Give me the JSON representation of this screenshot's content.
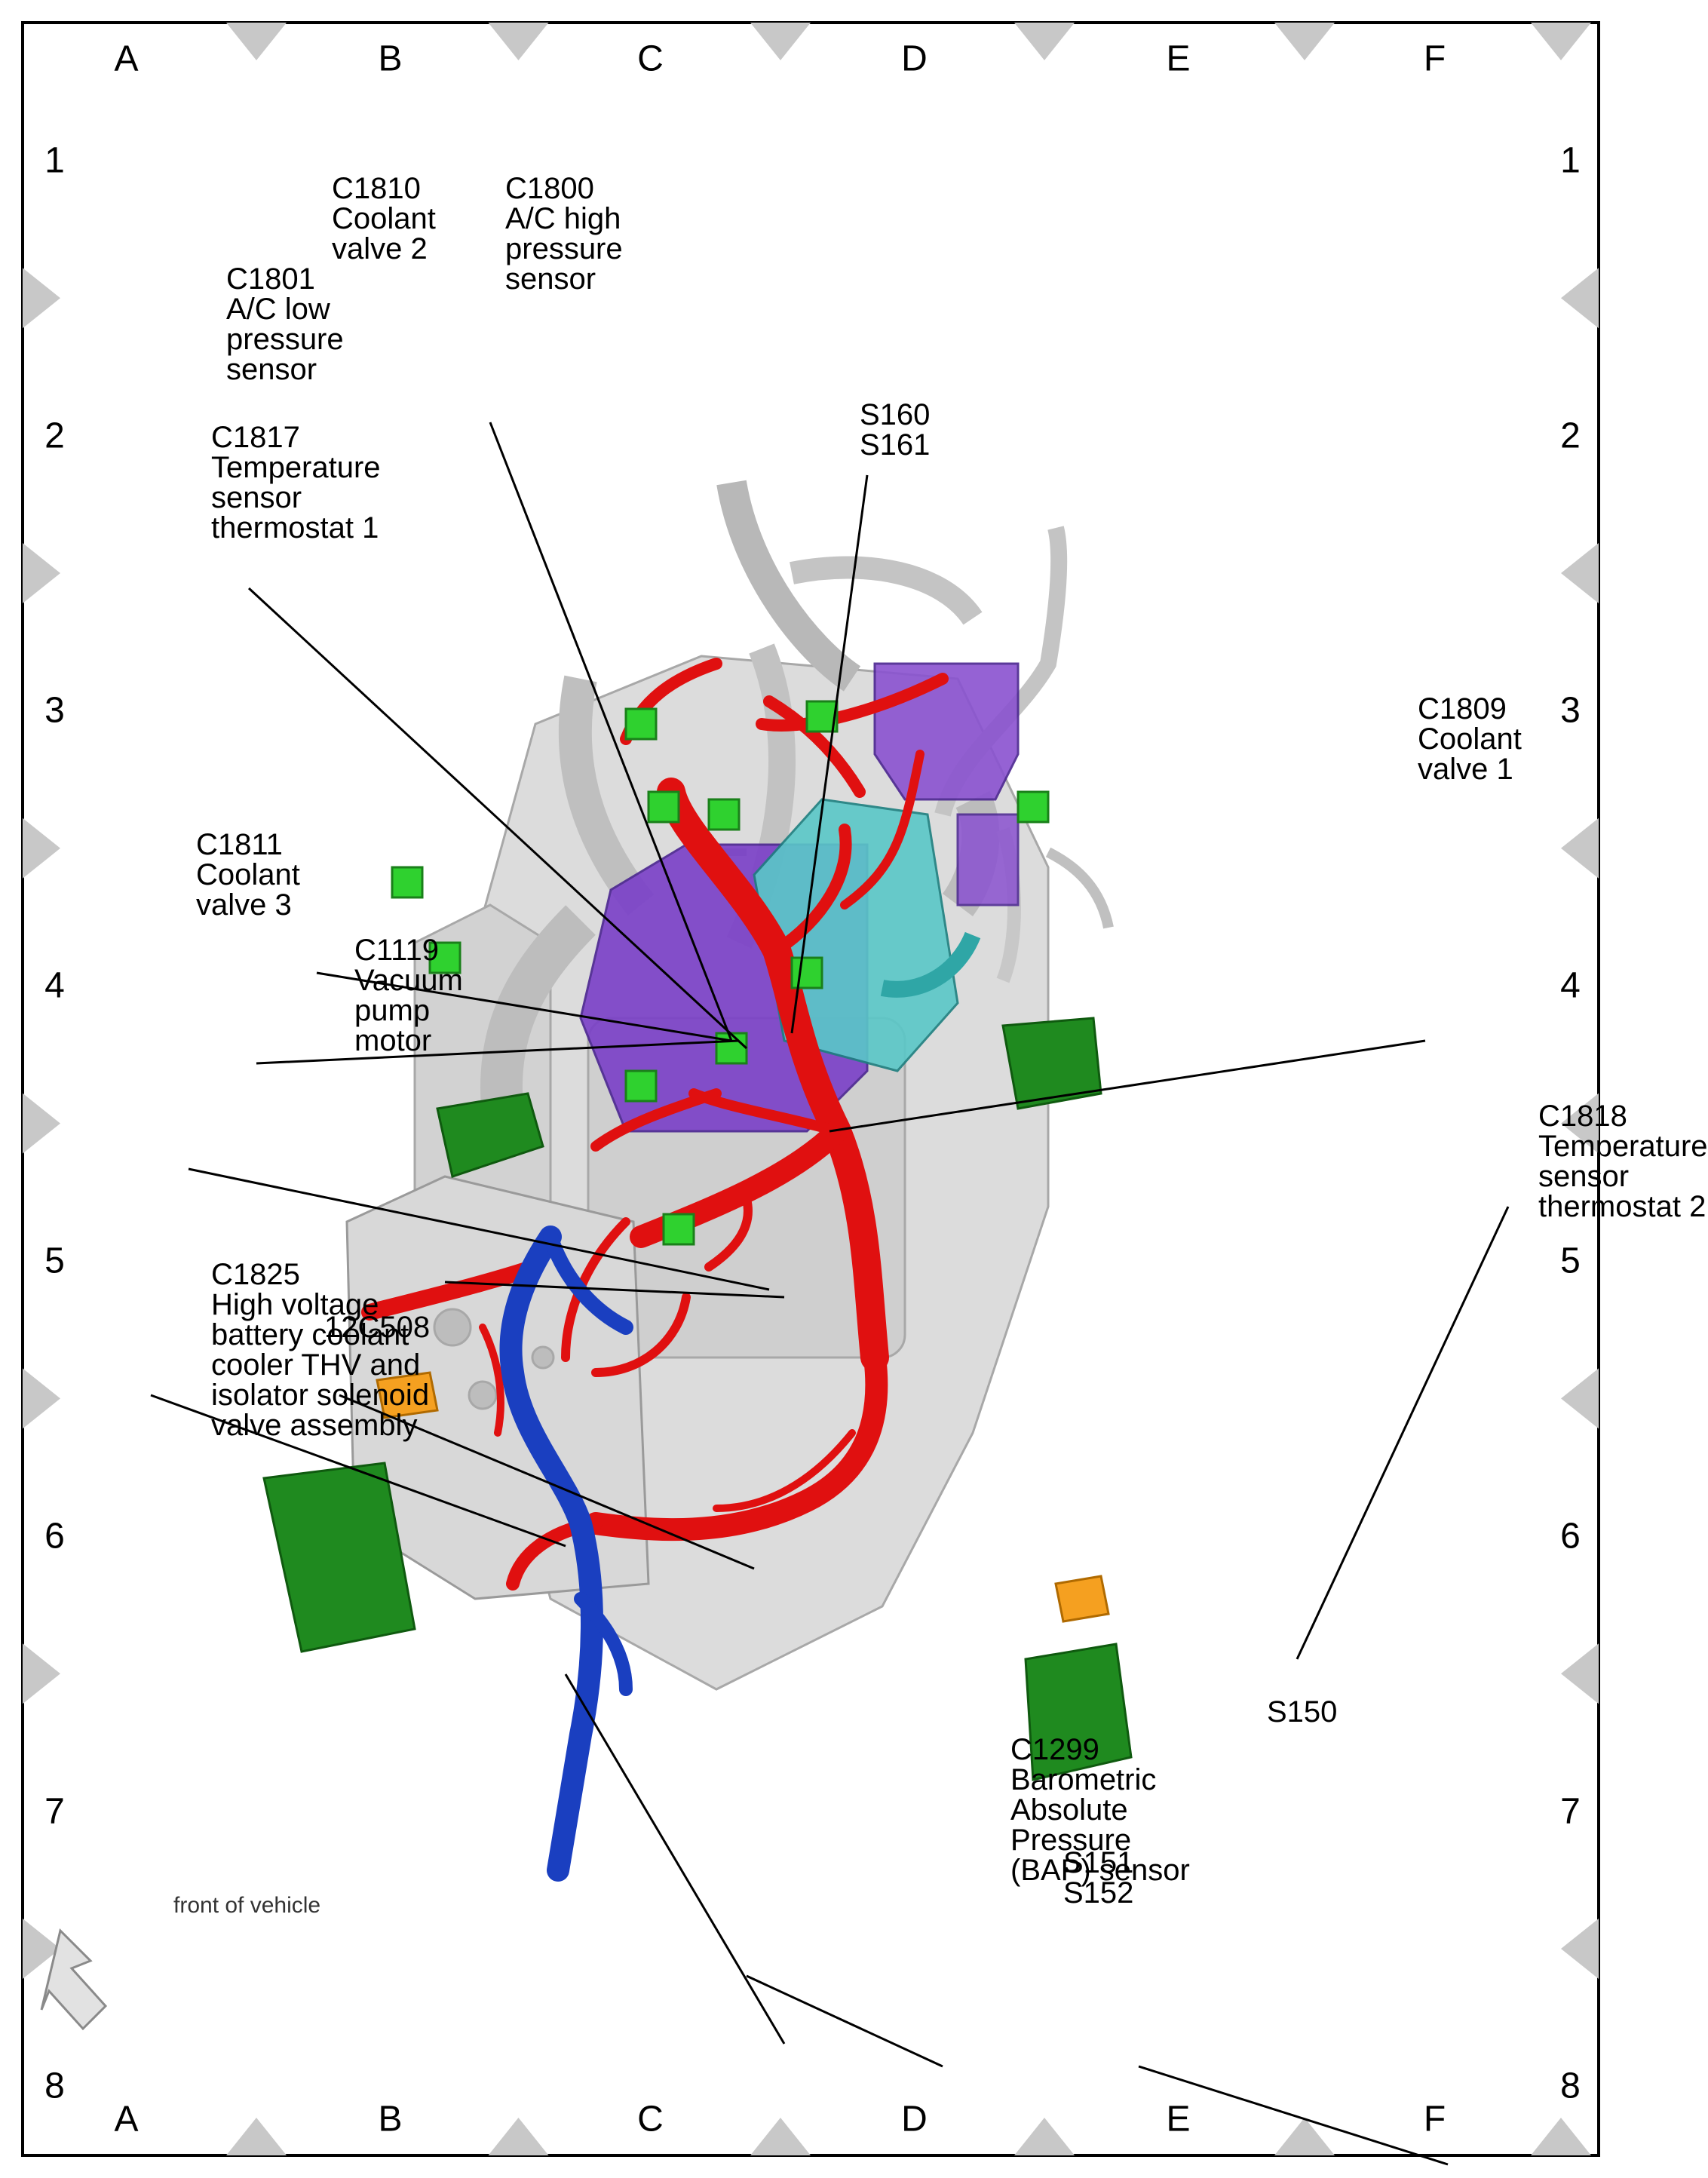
{
  "frame": {
    "row_letters": [
      "A",
      "B",
      "C",
      "D",
      "E",
      "F"
    ],
    "column_numbers": [
      "1",
      "2",
      "3",
      "4",
      "5",
      "6",
      "7",
      "8"
    ]
  },
  "front_indicator": {
    "text": "front of vehicle"
  },
  "callouts": [
    {
      "id": "c1800",
      "lines": [
        "C1800",
        "A/C high",
        "pressure",
        "sensor"
      ]
    },
    {
      "id": "c1810",
      "lines": [
        "C1810",
        "Coolant",
        "valve 2"
      ]
    },
    {
      "id": "c1801",
      "lines": [
        "C1801",
        "A/C low",
        "pressure",
        "sensor"
      ]
    },
    {
      "id": "c1817",
      "lines": [
        "C1817",
        "Temperature",
        "sensor",
        "thermostat 1"
      ]
    },
    {
      "id": "s160",
      "lines": [
        "S160",
        "S161"
      ]
    },
    {
      "id": "c1809",
      "lines": [
        "C1809",
        "Coolant",
        "valve 1"
      ]
    },
    {
      "id": "c1811",
      "lines": [
        "C1811",
        "Coolant",
        "valve 3"
      ]
    },
    {
      "id": "c1119",
      "lines": [
        "C1119",
        "Vacuum",
        "pump",
        "motor"
      ]
    },
    {
      "id": "c1818",
      "lines": [
        "C1818",
        "Temperature",
        "sensor",
        "thermostat 2"
      ]
    },
    {
      "id": "c1825",
      "lines": [
        "C1825",
        "High voltage",
        "battery coolant",
        "cooler THV and",
        "isolator solenoid",
        "valve assembly"
      ]
    },
    {
      "id": "12c508",
      "lines": [
        "12C508"
      ]
    },
    {
      "id": "s150",
      "lines": [
        "S150"
      ]
    },
    {
      "id": "s151",
      "lines": [
        "S151",
        "S152"
      ]
    },
    {
      "id": "c1299",
      "lines": [
        "C1299",
        "Barometric",
        "Absolute",
        "Pressure",
        "(BAP) sensor"
      ]
    }
  ],
  "colors": {
    "harness_red": "#e01010",
    "harness_blue": "#1a3fc0",
    "connector_green": "#2fd12f",
    "module_green": "#1f8a1f",
    "purple": "#7a3fc8",
    "teal": "#3fb8b8",
    "orange": "#f5a020",
    "engine_gray": "#c8c8c8",
    "frame_triangle": "#c8c8c8"
  }
}
